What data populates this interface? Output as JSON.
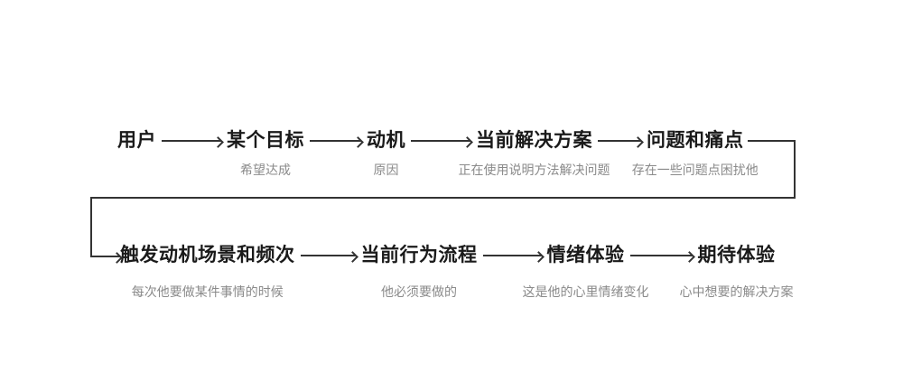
{
  "flow": {
    "rows": [
      {
        "name": "journey-row-top",
        "nodes": [
          {
            "title": "用户",
            "subtitle": ""
          },
          {
            "title": "某个目标",
            "subtitle": "希望达成"
          },
          {
            "title": "动机",
            "subtitle": "原因"
          },
          {
            "title": "当前解决方案",
            "subtitle": "正在使用说明方法解决问题"
          },
          {
            "title": "问题和痛点",
            "subtitle": "存在一些问题点困扰他"
          }
        ]
      },
      {
        "name": "journey-row-bottom",
        "nodes": [
          {
            "title": "触发动机场景和频次",
            "subtitle": "每次他要做某件事情的时候"
          },
          {
            "title": "当前行为流程",
            "subtitle": "他必须要做的"
          },
          {
            "title": "情绪体验",
            "subtitle": "这是他的心里情绪变化"
          },
          {
            "title": "期待体验",
            "subtitle": "心中想要的解决方案"
          }
        ]
      }
    ]
  },
  "colors": {
    "line": "#333333",
    "heading": "#1a1a1a",
    "subtitle": "#8a8a8a",
    "background": "#ffffff"
  }
}
